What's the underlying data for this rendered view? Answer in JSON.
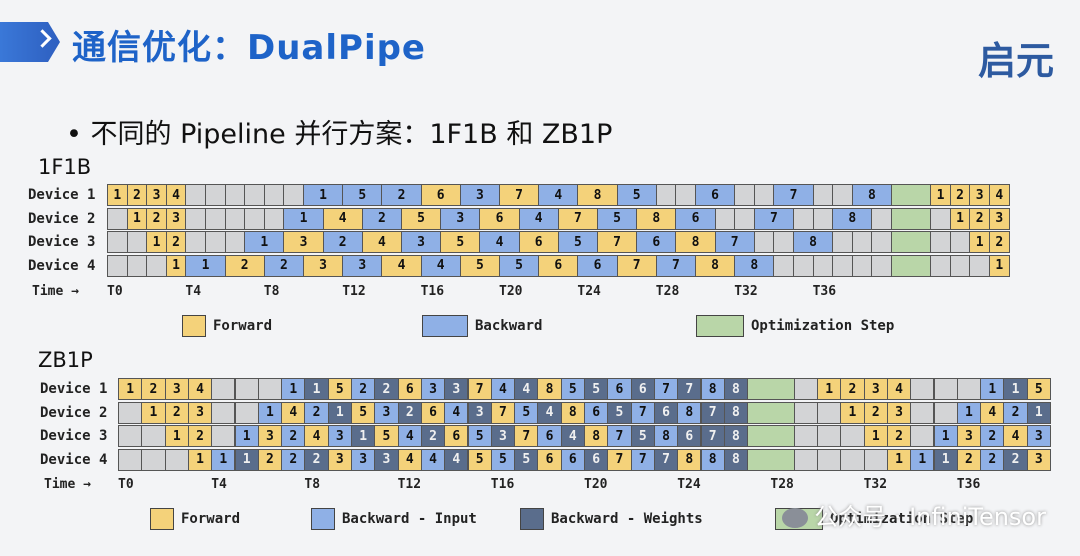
{
  "title": "通信优化：DualPipe",
  "logo": "启元",
  "bullet": "• 不同的 Pipeline 并行方案：1F1B 和 ZB1P",
  "colors": {
    "forward": "#f4d27a",
    "backward": "#8fb0e6",
    "weights": "#5a6d8c",
    "optimization": "#b9d6a8",
    "empty": "#d3d4d6"
  },
  "sections": [
    {
      "name": "1F1B",
      "time_label": "Time →",
      "ticks": [
        "T0",
        "T4",
        "T8",
        "T12",
        "T16",
        "T20",
        "T24",
        "T28",
        "T32",
        "T36"
      ],
      "devices": [
        {
          "label": "Device 1",
          "cells": [
            "F1",
            "F2",
            "F3",
            "F4",
            "E",
            "E",
            "E",
            "E",
            "E",
            "E",
            "B1",
            "B1",
            "B5",
            "B5",
            "B2",
            "B2",
            "F6",
            "F6",
            "B3",
            "B3",
            "F7",
            "F7",
            "B4",
            "B4",
            "F8",
            "F8",
            "B5",
            "B5",
            "E",
            "E",
            "B6",
            "B6",
            "E",
            "E",
            "B7",
            "B7",
            "E",
            "E",
            "B8",
            "B8",
            "O",
            "O",
            "F1",
            "F2",
            "F3",
            "F4"
          ]
        },
        {
          "label": "Device 2",
          "cells": [
            "E",
            "F1",
            "F2",
            "F3",
            "E",
            "E",
            "E",
            "E",
            "E",
            "B1",
            "B1",
            "F4",
            "F4",
            "B2",
            "B2",
            "F5",
            "F5",
            "B3",
            "B3",
            "F6",
            "F6",
            "B4",
            "B4",
            "F7",
            "F7",
            "B5",
            "B5",
            "F8",
            "F8",
            "B6",
            "B6",
            "E",
            "E",
            "B7",
            "B7",
            "E",
            "E",
            "B8",
            "B8",
            "E",
            "O",
            "O",
            "E",
            "F1",
            "F2",
            "F3"
          ]
        },
        {
          "label": "Device 3",
          "cells": [
            "E",
            "E",
            "F1",
            "F2",
            "E",
            "E",
            "E",
            "B1",
            "B1",
            "F3",
            "F3",
            "B2",
            "B2",
            "F4",
            "F4",
            "B3",
            "B3",
            "F5",
            "F5",
            "B4",
            "B4",
            "F6",
            "F6",
            "B5",
            "B5",
            "F7",
            "F7",
            "B6",
            "B6",
            "F8",
            "F8",
            "B7",
            "B7",
            "E",
            "E",
            "B8",
            "B8",
            "E",
            "E",
            "E",
            "O",
            "O",
            "E",
            "E",
            "F1",
            "F2"
          ]
        },
        {
          "label": "Device 4",
          "cells": [
            "E",
            "E",
            "E",
            "F1",
            "B1",
            "B1",
            "F2",
            "F2",
            "B2",
            "B2",
            "F3",
            "F3",
            "B3",
            "B3",
            "F4",
            "F4",
            "B4",
            "B4",
            "F5",
            "F5",
            "B5",
            "B5",
            "F6",
            "F6",
            "B6",
            "B6",
            "F7",
            "F7",
            "B7",
            "B7",
            "F8",
            "F8",
            "B8",
            "B8",
            "E",
            "E",
            "E",
            "E",
            "E",
            "E",
            "O",
            "O",
            "E",
            "E",
            "E",
            "F1"
          ]
        }
      ],
      "legend": [
        {
          "label": "Forward",
          "kind": "forward"
        },
        {
          "label": "Backward",
          "kind": "backward"
        },
        {
          "label": "Optimization Step",
          "kind": "optimization"
        }
      ]
    },
    {
      "name": "ZB1P",
      "time_label": "Time →",
      "ticks": [
        "T0",
        "T4",
        "T8",
        "T12",
        "T16",
        "T20",
        "T24",
        "T28",
        "T32",
        "T36"
      ],
      "devices": [
        {
          "label": "Device 1",
          "cells": [
            "F1",
            "F2",
            "F3",
            "F4",
            "E",
            "E",
            "E",
            "I1",
            "W1",
            "F5",
            "I2",
            "W2",
            "F6",
            "I3",
            "W3",
            "F7",
            "I4",
            "W4",
            "F8",
            "I5",
            "W5",
            "I6",
            "W6",
            "I7",
            "W7",
            "I8",
            "W8",
            "O",
            "O",
            "E",
            "F1",
            "F2",
            "F3",
            "F4",
            "E",
            "E",
            "E",
            "I1",
            "W1",
            "F5"
          ]
        },
        {
          "label": "Device 2",
          "cells": [
            "E",
            "F1",
            "F2",
            "F3",
            "E",
            "E",
            "I1",
            "F4",
            "I2",
            "W1",
            "F5",
            "I3",
            "W2",
            "F6",
            "I4",
            "W3",
            "F7",
            "I5",
            "W4",
            "F8",
            "I6",
            "W5",
            "I7",
            "W6",
            "I8",
            "W7",
            "W8",
            "O",
            "O",
            "E",
            "E",
            "F1",
            "F2",
            "F3",
            "E",
            "E",
            "I1",
            "F4",
            "I2",
            "W1"
          ]
        },
        {
          "label": "Device 3",
          "cells": [
            "E",
            "E",
            "F1",
            "F2",
            "E",
            "I1",
            "F3",
            "I2",
            "F4",
            "I3",
            "W1",
            "F5",
            "I4",
            "W2",
            "F6",
            "I5",
            "W3",
            "F7",
            "I6",
            "W4",
            "F8",
            "I7",
            "W5",
            "I8",
            "W6",
            "W7",
            "W8",
            "O",
            "O",
            "E",
            "E",
            "E",
            "F1",
            "F2",
            "E",
            "I1",
            "F3",
            "I2",
            "F4",
            "I3"
          ]
        },
        {
          "label": "Device 4",
          "cells": [
            "E",
            "E",
            "E",
            "F1",
            "I1",
            "W1",
            "F2",
            "I2",
            "W2",
            "F3",
            "I3",
            "W3",
            "F4",
            "I4",
            "W4",
            "F5",
            "I5",
            "W5",
            "F6",
            "I6",
            "W6",
            "F7",
            "I7",
            "W7",
            "F8",
            "I8",
            "W8",
            "O",
            "O",
            "E",
            "E",
            "E",
            "E",
            "F1",
            "I1",
            "W1",
            "F2",
            "I2",
            "W2",
            "F3"
          ]
        }
      ],
      "legend": [
        {
          "label": "Forward",
          "kind": "forward"
        },
        {
          "label": "Backward - Input",
          "kind": "backward"
        },
        {
          "label": "Backward - Weights",
          "kind": "weights"
        },
        {
          "label": "Optimization Step",
          "kind": "optimization"
        }
      ]
    }
  ],
  "watermark": "公众号 · InfiniTensor"
}
